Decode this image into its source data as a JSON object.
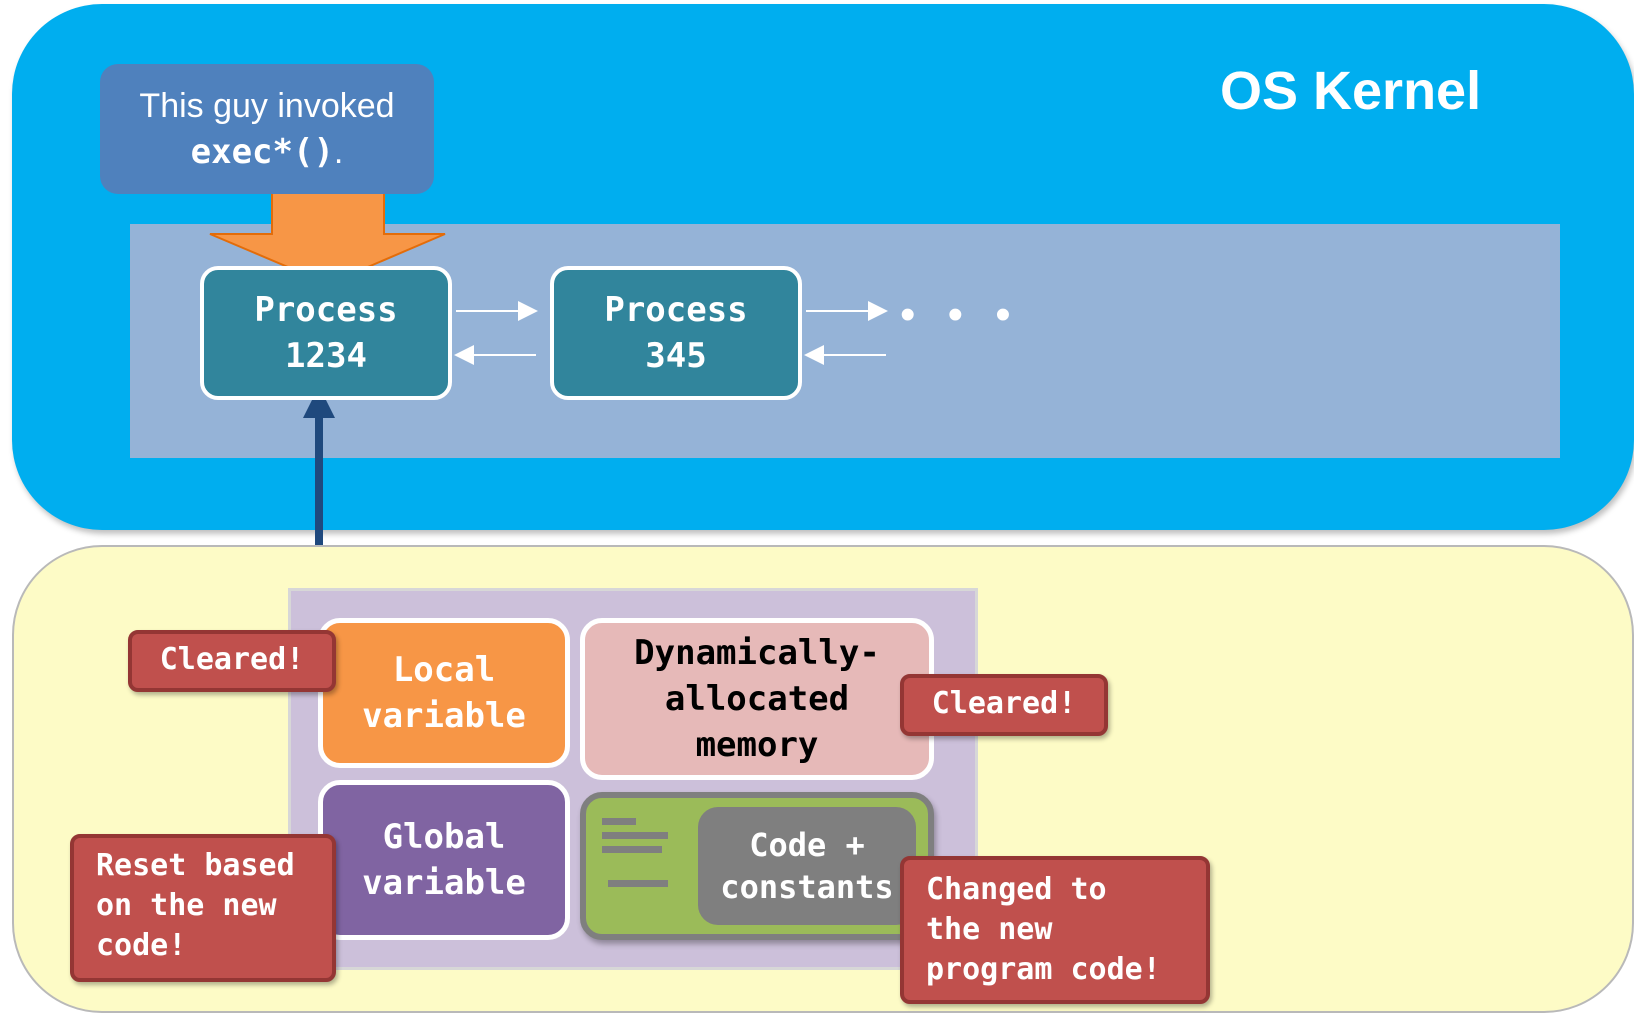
{
  "kernel": {
    "title": "OS Kernel"
  },
  "callout": {
    "line1": "This guy invoked",
    "code": "exec*()",
    "suffix": "."
  },
  "processes": [
    {
      "label": "Process",
      "pid": "1234"
    },
    {
      "label": "Process",
      "pid": "345"
    }
  ],
  "ellipsis": "• • •",
  "segments": {
    "local": [
      "Local",
      "variable"
    ],
    "dynamic": [
      "Dynamically-",
      "allocated",
      "memory"
    ],
    "global": [
      "Global",
      "variable"
    ],
    "code": [
      "Code +",
      "constants"
    ]
  },
  "notes": {
    "local_cleared": "Cleared!",
    "dynamic_cleared": "Cleared!",
    "global_reset": [
      "Reset based",
      "on the new",
      "code!"
    ],
    "code_changed": [
      "Changed to",
      "the new",
      "program code!"
    ]
  },
  "colors": {
    "kernel": "#00AEEF",
    "process": "#31859C",
    "local": "#F79646",
    "dynamic": "#E6B9B8",
    "global": "#8064A2",
    "code": "#9BBB59",
    "note": "#C0504D",
    "exec_arrow": "#F79646",
    "link_arrow": "#1F497D"
  }
}
